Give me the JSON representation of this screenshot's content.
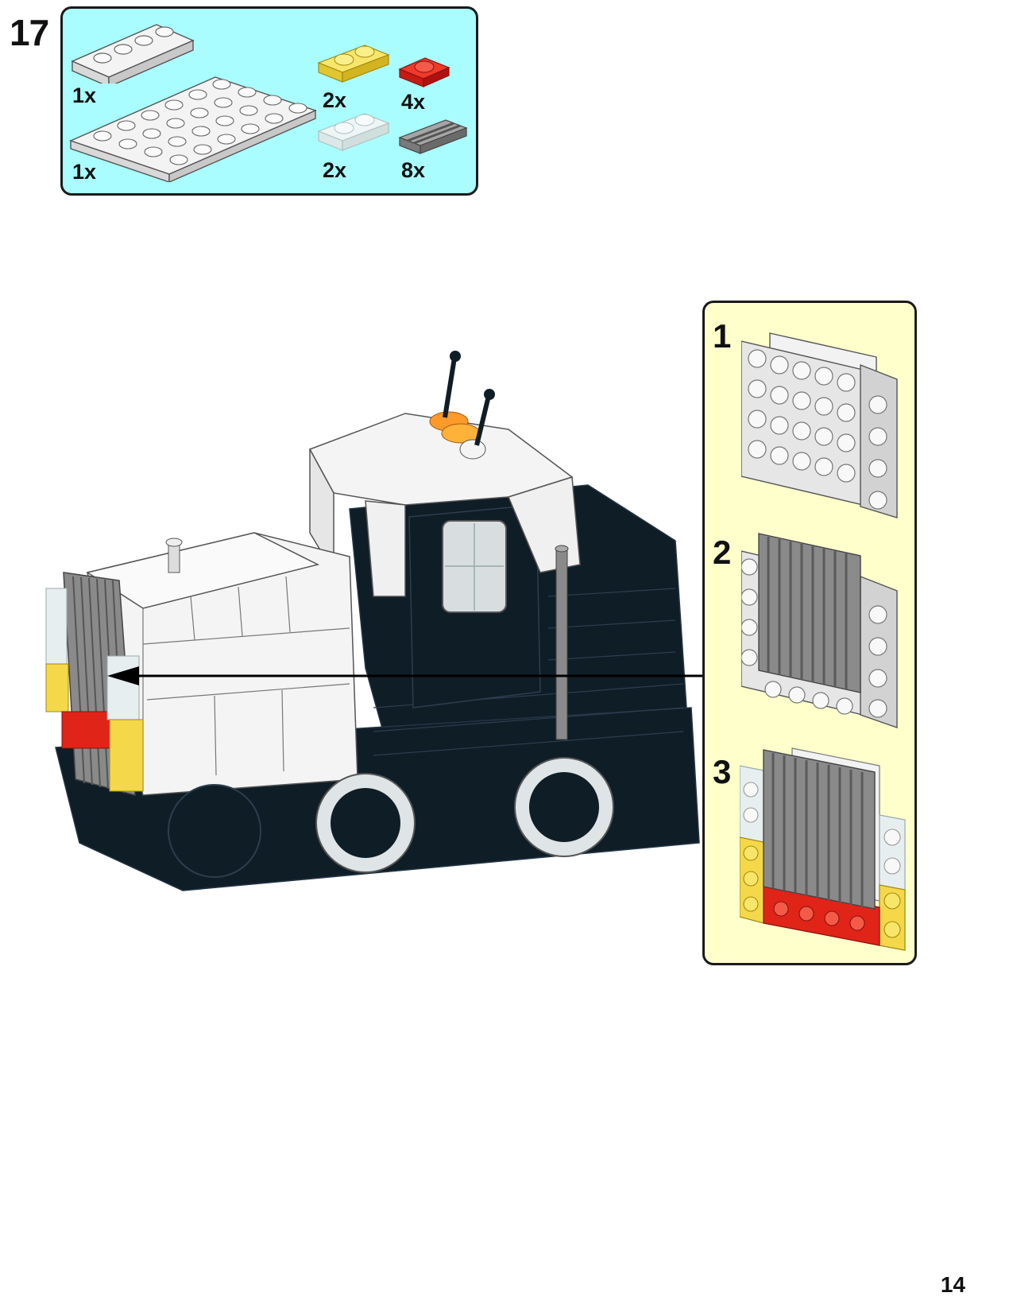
{
  "step": {
    "number": "17"
  },
  "parts_list": {
    "items": [
      {
        "name": "white-plate-1x4",
        "qty": "1x",
        "color": "#f2f2f2"
      },
      {
        "name": "white-plate-4x8",
        "qty": "1x",
        "color": "#f2f2f2"
      },
      {
        "name": "trans-yellow-plate-1x2",
        "qty": "2x",
        "color": "#f5e050"
      },
      {
        "name": "trans-clear-plate-1x2",
        "qty": "2x",
        "color": "#e8f0f0"
      },
      {
        "name": "trans-red-plate-1x1",
        "qty": "4x",
        "color": "#e02020"
      },
      {
        "name": "dark-gray-grille-tile-1x2",
        "qty": "8x",
        "color": "#808080"
      }
    ]
  },
  "callout": {
    "substeps": [
      {
        "number": "1"
      },
      {
        "number": "2"
      },
      {
        "number": "3"
      }
    ]
  },
  "colors": {
    "parts_box_bg": "#a9fdff",
    "callout_bg": "#ffffcc",
    "loco_black": "#0f1d26",
    "loco_white": "#f4f4f4"
  },
  "page": {
    "number": "14"
  }
}
